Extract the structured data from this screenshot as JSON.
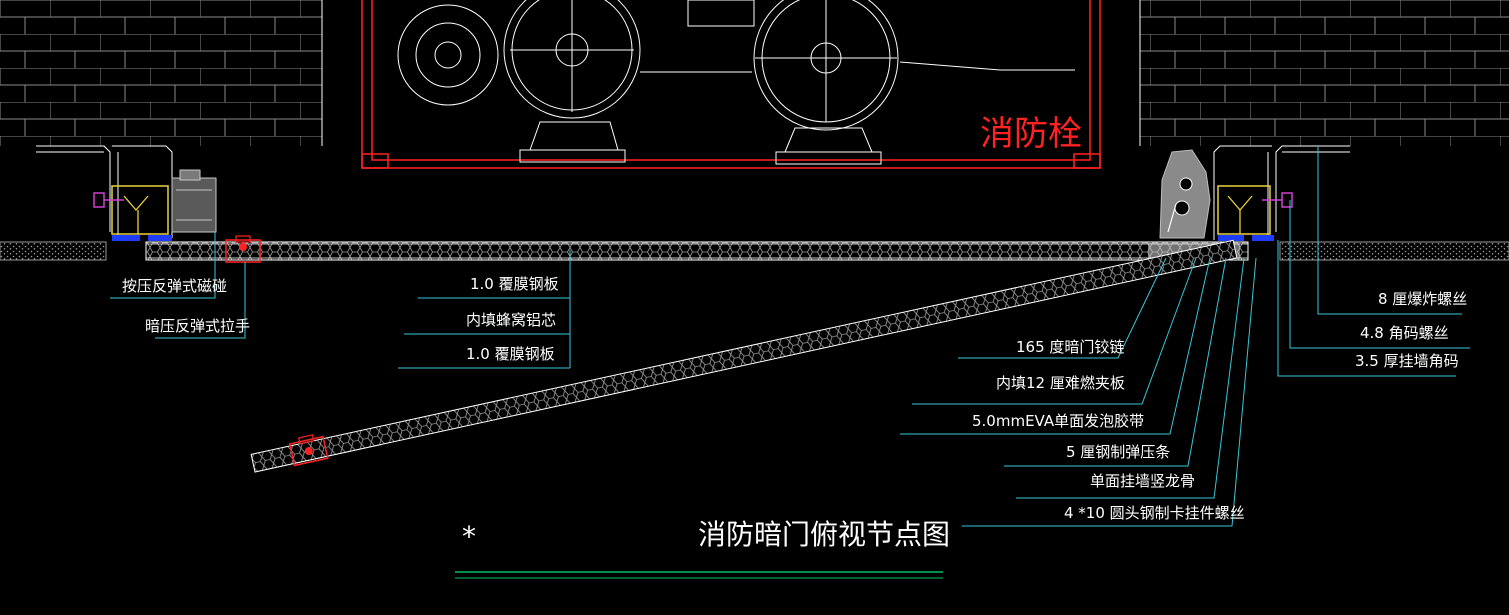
{
  "title": "消防暗门俯视节点图",
  "asterisk": "*",
  "cabinet_label": "消防栓",
  "labels_left": [
    "按压反弹式磁碰",
    "暗压反弹式拉手"
  ],
  "labels_middle": [
    "1.0 覆膜钢板",
    "内填蜂窝铝芯",
    "1.0 覆膜钢板"
  ],
  "labels_right_upper": [
    "8 厘爆炸螺丝",
    "4.8 角码螺丝",
    "3.5 厚挂墙角码"
  ],
  "labels_right_lower": [
    "165 度暗门铰链",
    "内填12 厘难燃夹板",
    "5.0mmEVA单面发泡胶带",
    "5 厘钢制弹压条",
    "单面挂墙竖龙骨",
    "4 *10 圆头钢制卡挂件螺丝"
  ],
  "colors": {
    "background": "#000000",
    "leader": "#39c6d8",
    "accent_red": "#ff2222",
    "underline_green": "#00c060",
    "hardware_magenta": "#d040d0",
    "bracket_yellow": "#e8d23a",
    "gasket_blue": "#1e3cff"
  }
}
